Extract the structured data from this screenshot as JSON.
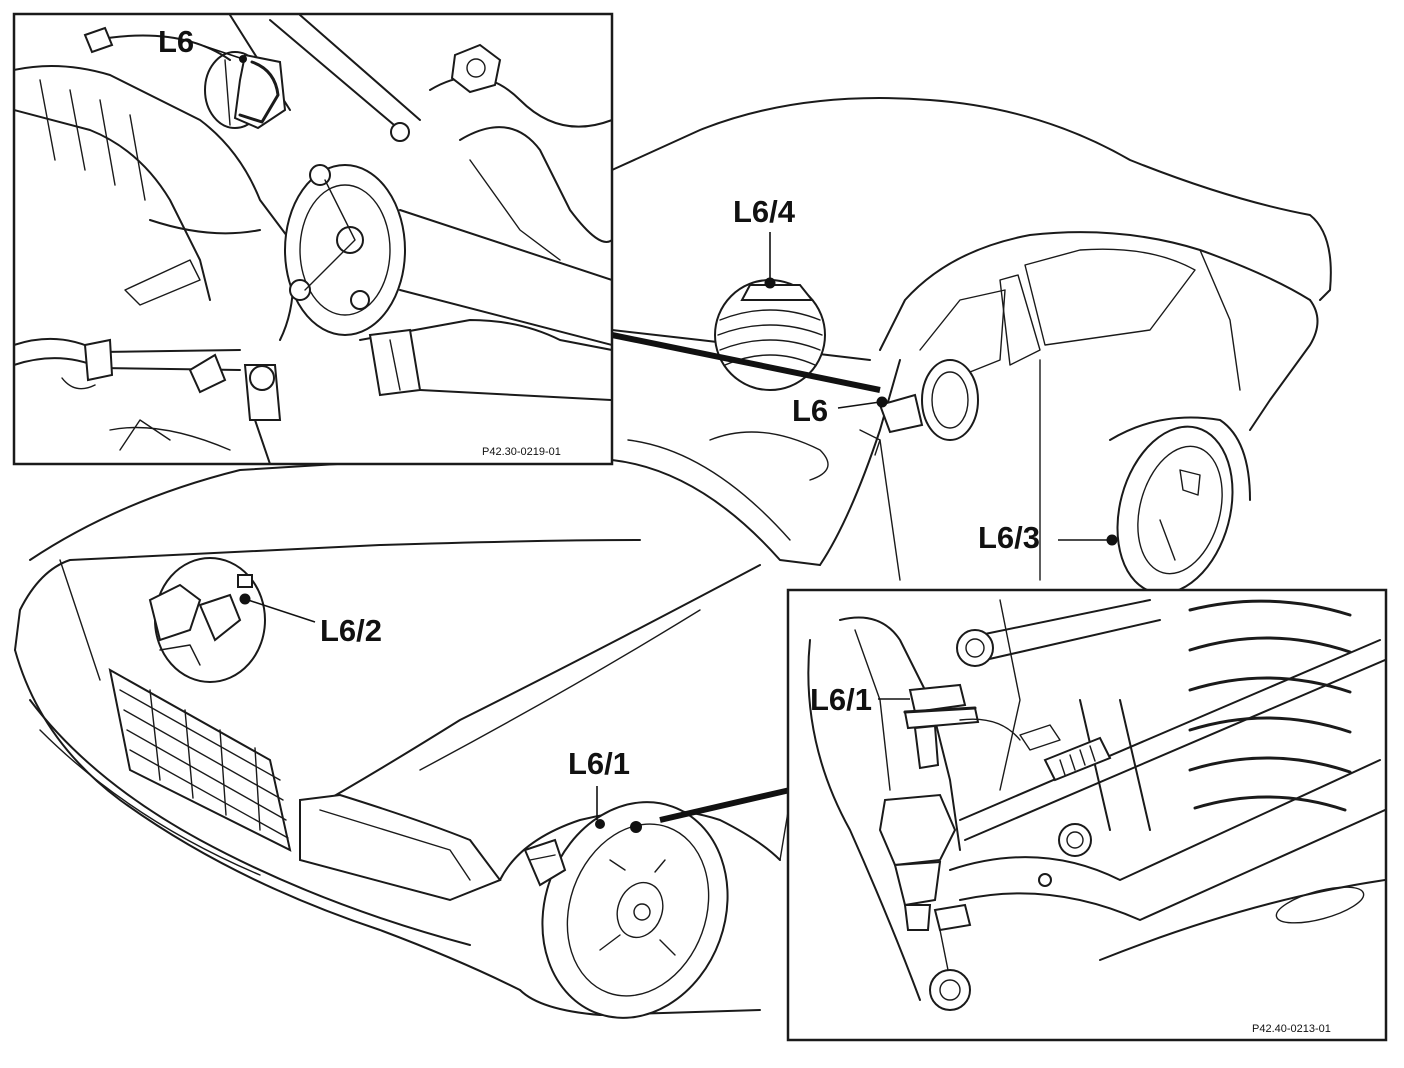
{
  "labels": {
    "main_l6": "L6",
    "main_l6_1": "L6/1",
    "main_l6_2": "L6/2",
    "main_l6_3": "L6/3",
    "main_l6_4": "L6/4",
    "inset_top_l6": "L6",
    "inset_bottom_l6_1": "L6/1"
  },
  "references": {
    "inset_top": "P42.30-0219-01",
    "inset_bottom": "P42.40-0213-01"
  },
  "colors": {
    "line": "#1a1a1a",
    "background": "#ffffff"
  }
}
